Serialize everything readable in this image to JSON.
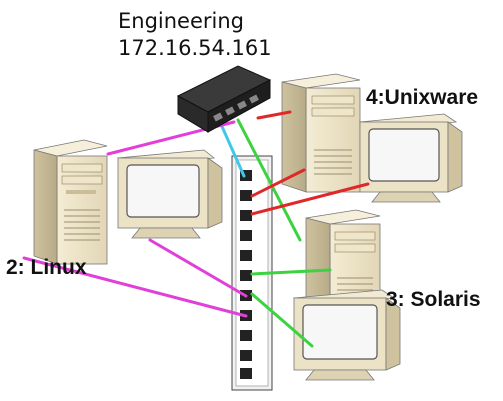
{
  "diagram": {
    "title": "Engineering",
    "ip_address": "172.16.54.161",
    "nodes": [
      {
        "id": "unixware",
        "label": "4:Unixware"
      },
      {
        "id": "linux",
        "label": "2: Linux"
      },
      {
        "id": "solaris",
        "label": "3: Solaris"
      }
    ],
    "link_colors": {
      "linux": "#e040d8",
      "solaris": "#3cd240",
      "unixware": "#e02828",
      "uplink": "#40c8e8"
    },
    "devices": [
      "console-server",
      "patch-panel",
      "computer-linux",
      "computer-unixware",
      "computer-solaris"
    ]
  }
}
